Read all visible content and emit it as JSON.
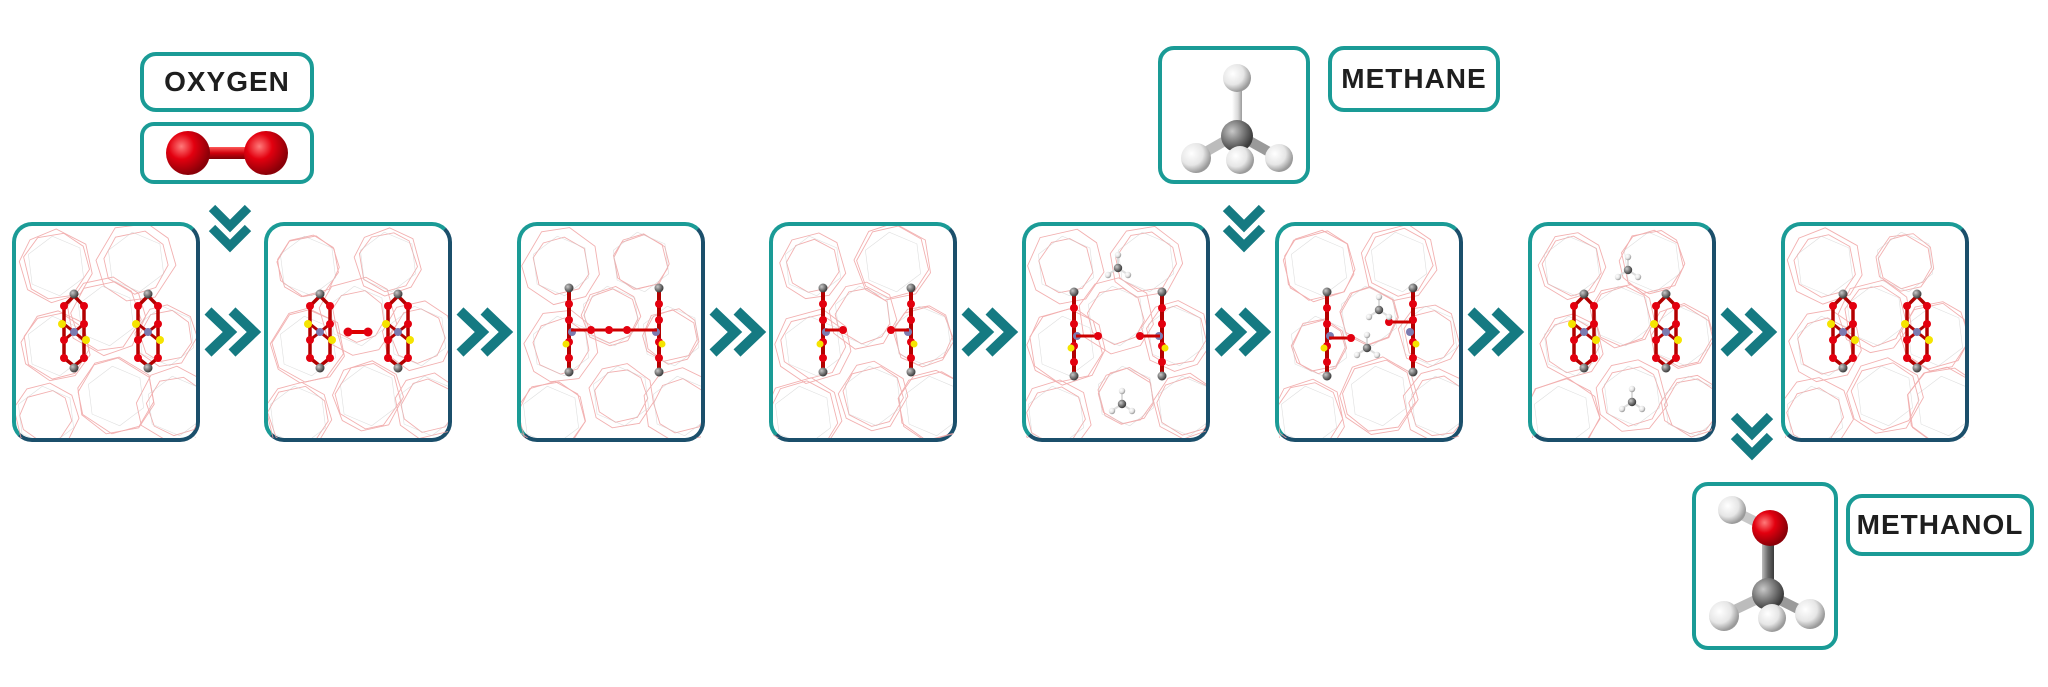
{
  "labels": {
    "oxygen": "OXYGEN",
    "methane": "METHANE",
    "methanol": "METHANOL"
  },
  "colors": {
    "frame_teal": "#1a9b96",
    "frame_dark": "#1b4f6b",
    "arrow": "#157a82",
    "oxygen_atom": "#e3000f",
    "carbon_atom": "#808080",
    "hydrogen_atom": "#e8e8e8",
    "sulfur_atom": "#f5e400",
    "metal_atom": "#7b7bb0",
    "zeolite_lines": "#f2a0a0"
  },
  "steps": [
    {
      "id": 1,
      "state": "dimer"
    },
    {
      "id": 2,
      "state": "dimer-o2"
    },
    {
      "id": 3,
      "state": "bridged"
    },
    {
      "id": 4,
      "state": "split-oxo"
    },
    {
      "id": 5,
      "state": "oxo-methane"
    },
    {
      "id": 6,
      "state": "c-h-activation"
    },
    {
      "id": 7,
      "state": "methanol-formed"
    },
    {
      "id": 8,
      "state": "regenerated"
    }
  ]
}
